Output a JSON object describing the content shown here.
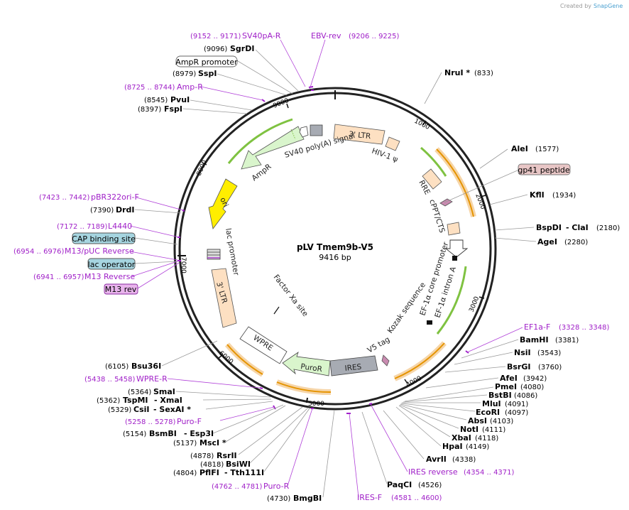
{
  "credit": {
    "prefix": "Created by",
    "brand": "SnapGene"
  },
  "map": {
    "title": "pLV Tmem9b-V5",
    "length_label": "9416 bp",
    "total_bp": 9416
  },
  "ticks": [
    {
      "label": "1000",
      "bp": 1000
    },
    {
      "label": "2000",
      "bp": 2000
    },
    {
      "label": "3000",
      "bp": 3000
    },
    {
      "label": "4000",
      "bp": 4000
    },
    {
      "label": "5000",
      "bp": 5000
    },
    {
      "label": "6000",
      "bp": 6000
    },
    {
      "label": "7000",
      "bp": 7000
    },
    {
      "label": "8000",
      "bp": 8000
    },
    {
      "label": "9000",
      "bp": 9000
    }
  ],
  "sites": [
    {
      "name": "NruI *",
      "pos": "(833)",
      "side": "right"
    },
    {
      "name": "AleI",
      "pos": "(1577)",
      "side": "right"
    },
    {
      "name": "KflI",
      "pos": "(1934)",
      "side": "right"
    },
    {
      "name": "BspDI",
      "name2": "- ClaI",
      "pos": "(2180)",
      "side": "right"
    },
    {
      "name": "AgeI",
      "pos": "(2280)",
      "side": "right"
    },
    {
      "name": "BamHI",
      "pos": "(3381)",
      "side": "right"
    },
    {
      "name": "NsiI",
      "pos": "(3543)",
      "side": "right"
    },
    {
      "name": "BsrGI",
      "pos": "(3760)",
      "side": "right"
    },
    {
      "name": "AfeI",
      "pos": "(3942)",
      "side": "right"
    },
    {
      "name": "PmeI",
      "pos": "(4080)",
      "side": "right"
    },
    {
      "name": "BstBI",
      "pos": "(4086)",
      "side": "right"
    },
    {
      "name": "MluI",
      "pos": "(4091)",
      "side": "right"
    },
    {
      "name": "EcoRI",
      "pos": "(4097)",
      "side": "right"
    },
    {
      "name": "AbsI",
      "pos": "(4103)",
      "side": "right"
    },
    {
      "name": "NotI",
      "pos": "(4111)",
      "side": "right"
    },
    {
      "name": "XbaI",
      "pos": "(4118)",
      "side": "right"
    },
    {
      "name": "HpaI",
      "pos": "(4149)",
      "side": "right"
    },
    {
      "name": "AvrII",
      "pos": "(4338)",
      "side": "right"
    },
    {
      "name": "PaqCI",
      "pos": "(4526)",
      "side": "right"
    },
    {
      "name": "BmgBI",
      "pos": "(4730)",
      "side": "left"
    },
    {
      "name": "PflFI",
      "name2": "- Tth111I",
      "pos": "(4804)",
      "side": "left"
    },
    {
      "name": "BsiWI",
      "pos": "(4818)",
      "side": "left"
    },
    {
      "name": "RsrII",
      "pos": "(4878)",
      "side": "left"
    },
    {
      "name": "MscI *",
      "pos": "(5137)",
      "side": "left"
    },
    {
      "name": "BsmBI",
      "name2": "- Esp3I",
      "pos": "(5154)",
      "side": "left"
    },
    {
      "name": "CsiI",
      "name2": "- SexAI *",
      "pos": "(5329)",
      "side": "left"
    },
    {
      "name": "TspMI",
      "name2": "- XmaI",
      "pos": "(5362)",
      "side": "left"
    },
    {
      "name": "SmaI",
      "pos": "(5364)",
      "side": "left"
    },
    {
      "name": "Bsu36I",
      "pos": "(6105)",
      "side": "left"
    },
    {
      "name": "DrdI",
      "pos": "(7390)",
      "side": "left"
    },
    {
      "name": "FspI",
      "pos": "(8397)",
      "side": "left"
    },
    {
      "name": "PvuI",
      "pos": "(8545)",
      "side": "left"
    },
    {
      "name": "SspI",
      "pos": "(8979)",
      "side": "left"
    },
    {
      "name": "SgrDI",
      "pos": "(9096)",
      "side": "left"
    }
  ],
  "primers": [
    {
      "name": "SV40pA-R",
      "range": "(9152 .. 9171)"
    },
    {
      "name": "EBV-rev",
      "range": "(9206 .. 9225)"
    },
    {
      "name": "Amp-R",
      "range": "(8725 .. 8744)"
    },
    {
      "name": "pBR322ori-F",
      "range": "(7423 .. 7442)"
    },
    {
      "name": "L4440",
      "range": "(7172 .. 7189)"
    },
    {
      "name": "M13/pUC Reverse",
      "range": "(6954 .. 6976)"
    },
    {
      "name": "M13 Reverse",
      "range": "(6941 .. 6957)"
    },
    {
      "name": "EF1a-F",
      "range": "(3328 .. 3348)"
    },
    {
      "name": "WPRE-R",
      "range": "(5438 .. 5458)"
    },
    {
      "name": "Puro-F",
      "range": "(5258 .. 5278)"
    },
    {
      "name": "Puro-R",
      "range": "(4762 .. 4781)"
    },
    {
      "name": "IRES-F",
      "range": "(4581 .. 4600)"
    },
    {
      "name": "IRES reverse",
      "range": "(4354 .. 4371)"
    }
  ],
  "boxed_features": [
    {
      "name": "AmpR promoter"
    },
    {
      "name": "gp41 peptide"
    },
    {
      "name": "CAP binding site"
    },
    {
      "name": "lac operator"
    },
    {
      "name": "M13 rev"
    }
  ],
  "features": [
    {
      "name": "3' LTR",
      "color": "#fde0c2"
    },
    {
      "name": "HIV-1 ψ",
      "color": "#fde0c2"
    },
    {
      "name": "RRE",
      "color": "#fde0c2"
    },
    {
      "name": "cPPT/CTS",
      "color": "#fde0c2"
    },
    {
      "name": "EF-1α core promoter",
      "color": "#ffffff"
    },
    {
      "name": "EF-1α intron A",
      "color": "#7fc241"
    },
    {
      "name": "Kozak sequence",
      "color": "#000000"
    },
    {
      "name": "V5 tag",
      "color": "#c98ab0"
    },
    {
      "name": "IRES",
      "color": "#a7abb3"
    },
    {
      "name": "PuroR",
      "color": "#d9f5cc"
    },
    {
      "name": "WPRE",
      "color": "#ffffff"
    },
    {
      "name": "3' LTR",
      "color": "#fde0c2"
    },
    {
      "name": "Factor Xa site",
      "color": "#000000"
    },
    {
      "name": "lac promoter",
      "color": "#ffffff"
    },
    {
      "name": "ori",
      "color": "#ffee00"
    },
    {
      "name": "AmpR",
      "color": "#d9f5cc"
    },
    {
      "name": "SV40 poly(A) signal",
      "color": "#a7abb3"
    }
  ],
  "colors": {
    "primer": "#a020c8",
    "orange_track": "#f0a030",
    "green_track": "#7fc241",
    "backbone": "#222222"
  }
}
